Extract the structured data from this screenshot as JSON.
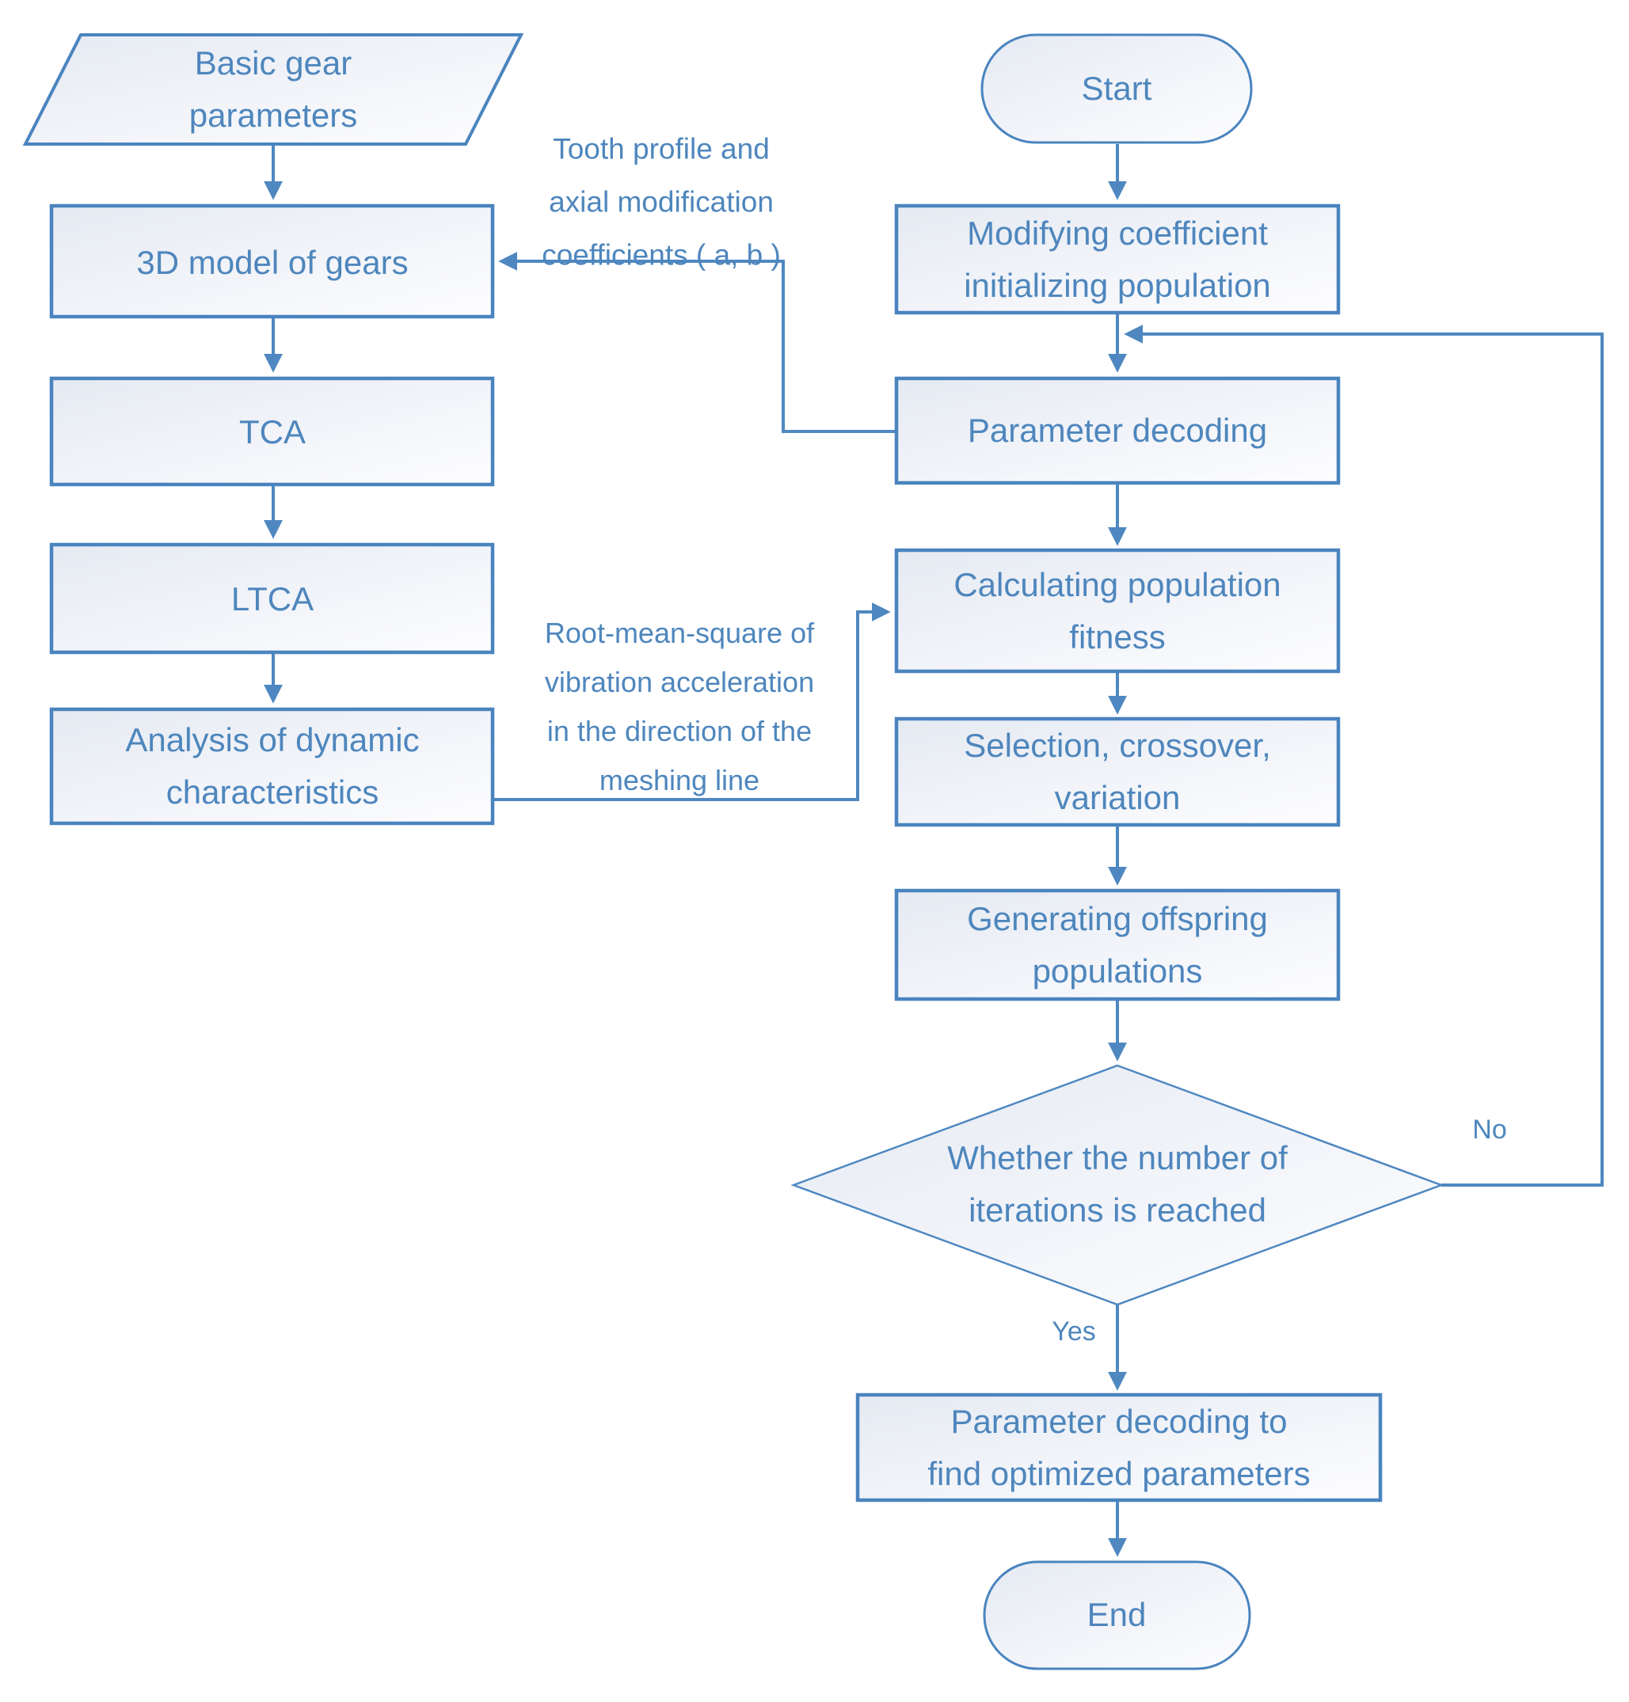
{
  "figure": {
    "type": "flowchart",
    "colors": {
      "stroke": "#4f88c1",
      "text": "#4e86bd",
      "node_fill_start": "#e5eaf2",
      "node_fill_end": "#fdfdff"
    }
  },
  "nodes": {
    "basic_gear": {
      "shape": "parallelogram",
      "lines": [
        "Basic gear",
        "parameters"
      ]
    },
    "model_3d": {
      "shape": "rect",
      "lines": [
        "3D model of gears"
      ]
    },
    "tca": {
      "shape": "rect",
      "lines": [
        "TCA"
      ]
    },
    "ltca": {
      "shape": "rect",
      "lines": [
        "LTCA"
      ]
    },
    "dynamic_analysis": {
      "shape": "rect",
      "lines": [
        "Analysis of dynamic",
        "characteristics"
      ]
    },
    "start": {
      "shape": "terminator",
      "lines": [
        "Start"
      ]
    },
    "init_population": {
      "shape": "rect",
      "lines": [
        "Modifying coefficient",
        "initializing population"
      ]
    },
    "parameter_decoding": {
      "shape": "rect",
      "lines": [
        "Parameter decoding"
      ]
    },
    "fitness": {
      "shape": "rect",
      "lines": [
        "Calculating population",
        "fitness"
      ]
    },
    "selection": {
      "shape": "rect",
      "lines": [
        "Selection, crossover,",
        "variation"
      ]
    },
    "offspring": {
      "shape": "rect",
      "lines": [
        "Generating offspring",
        "populations"
      ]
    },
    "iteration_check": {
      "shape": "decision",
      "lines": [
        "Whether the number of",
        "iterations is reached"
      ]
    },
    "final_decoding": {
      "shape": "rect",
      "lines": [
        "Parameter decoding to",
        "find optimized parameters"
      ]
    },
    "end": {
      "shape": "terminator",
      "lines": [
        "End"
      ]
    }
  },
  "edge_labels": {
    "tooth_profile": {
      "lines": [
        "Tooth profile and",
        "axial modification",
        "coefficients ( a, b )"
      ]
    },
    "rms": {
      "lines": [
        "Root-mean-square of",
        "vibration acceleration",
        "in the direction of the",
        "meshing line"
      ]
    },
    "no": "No",
    "yes": "Yes"
  }
}
